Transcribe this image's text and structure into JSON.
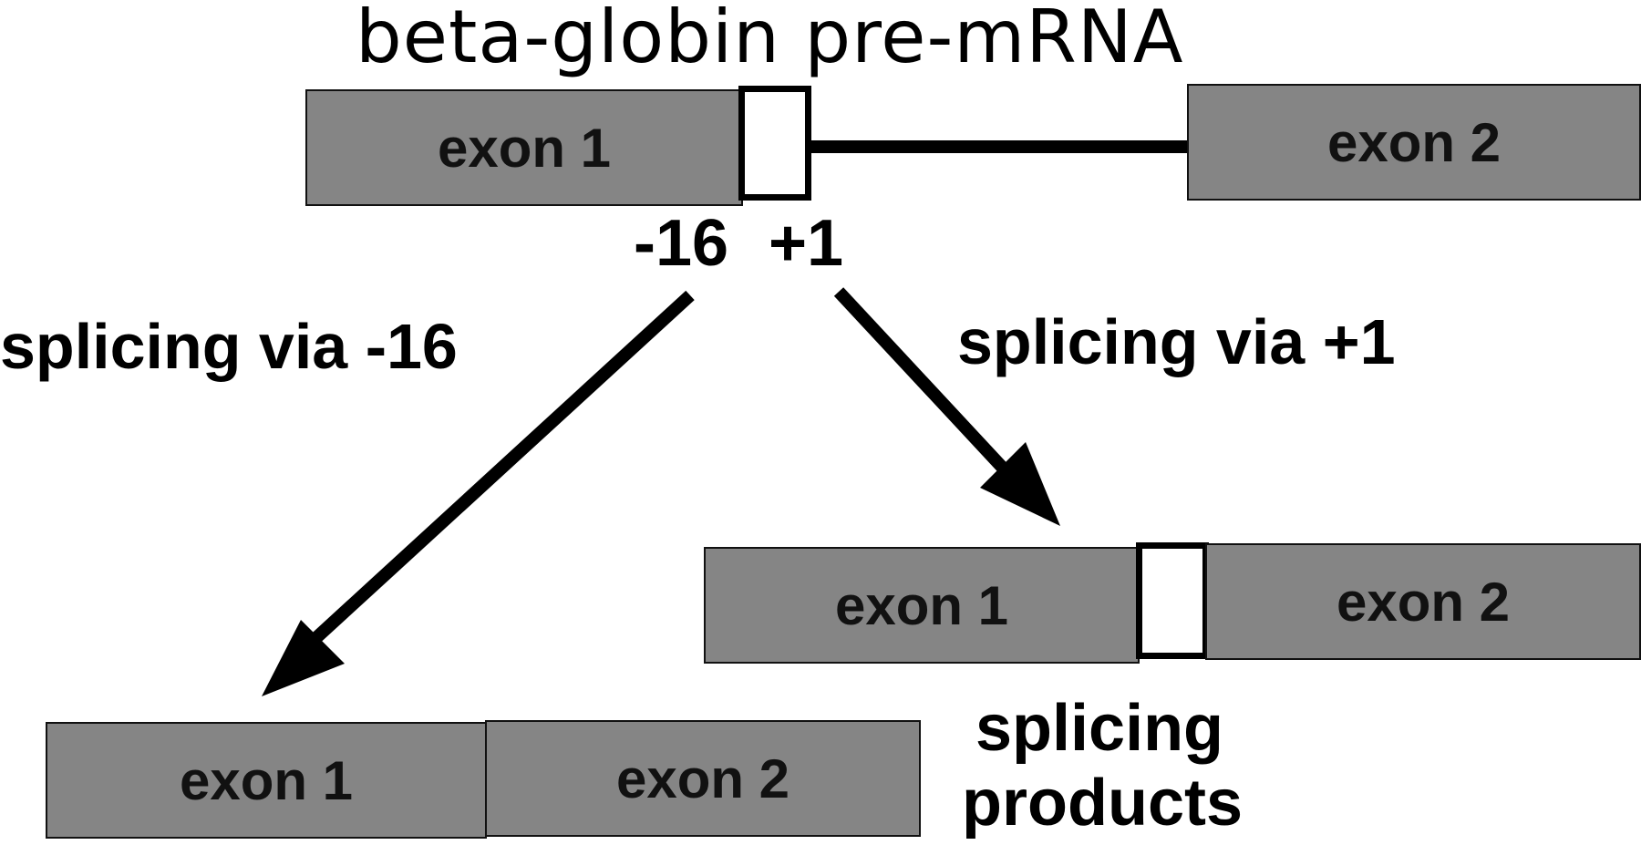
{
  "title": "beta-globin pre-mRNA",
  "pre_mrna": {
    "exon1_label": "exon 1",
    "exon2_label": "exon 2",
    "site_minus16": "-16",
    "site_plus1": "+1"
  },
  "pathways": {
    "left_label": "splicing via -16",
    "right_label": "splicing via +1"
  },
  "product_plus1": {
    "exon1_label": "exon 1",
    "exon2_label": "exon 2"
  },
  "product_minus16": {
    "exon1_label": "exon 1",
    "exon2_label": "exon 2"
  },
  "products_caption_line1": "splicing",
  "products_caption_line2": "products",
  "colors": {
    "exon_fill": "#858585",
    "insert_fill": "#ffffff",
    "line": "#000000"
  }
}
